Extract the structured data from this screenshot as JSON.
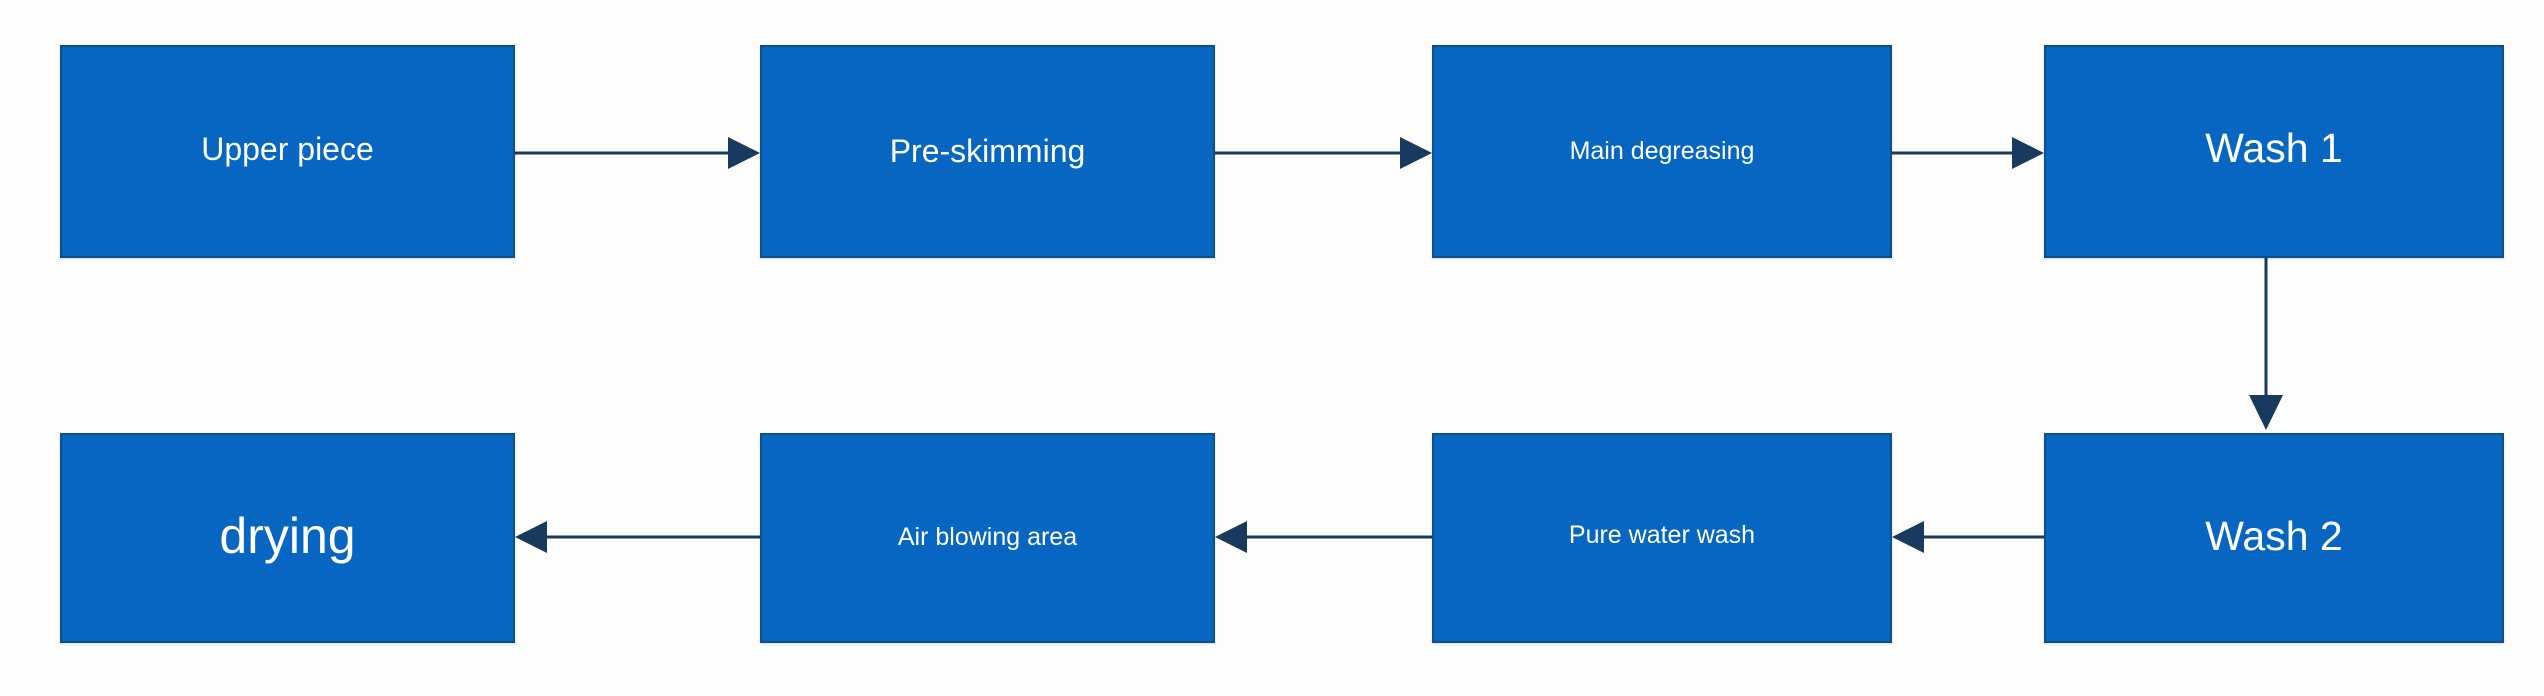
{
  "diagram": {
    "nodes": [
      {
        "id": "n1",
        "label": "Upper piece"
      },
      {
        "id": "n2",
        "label": "Pre-skimming"
      },
      {
        "id": "n3",
        "label": "Main degreasing"
      },
      {
        "id": "n4",
        "label": "Wash 1"
      },
      {
        "id": "n5",
        "label": "Wash 2"
      },
      {
        "id": "n6",
        "label": "Pure water wash"
      },
      {
        "id": "n7",
        "label": "Air blowing area"
      },
      {
        "id": "n8",
        "label": "drying"
      }
    ],
    "edges": [
      {
        "from": "n1",
        "to": "n2"
      },
      {
        "from": "n2",
        "to": "n3"
      },
      {
        "from": "n3",
        "to": "n4"
      },
      {
        "from": "n4",
        "to": "n5"
      },
      {
        "from": "n5",
        "to": "n6"
      },
      {
        "from": "n6",
        "to": "n7"
      },
      {
        "from": "n7",
        "to": "n8"
      }
    ]
  },
  "colors": {
    "node_fill": "#0666c1",
    "node_border": "#0c4f8c",
    "node_text": "#ffffff",
    "arrow": "#173a5e",
    "background": "#fdfdfd"
  }
}
